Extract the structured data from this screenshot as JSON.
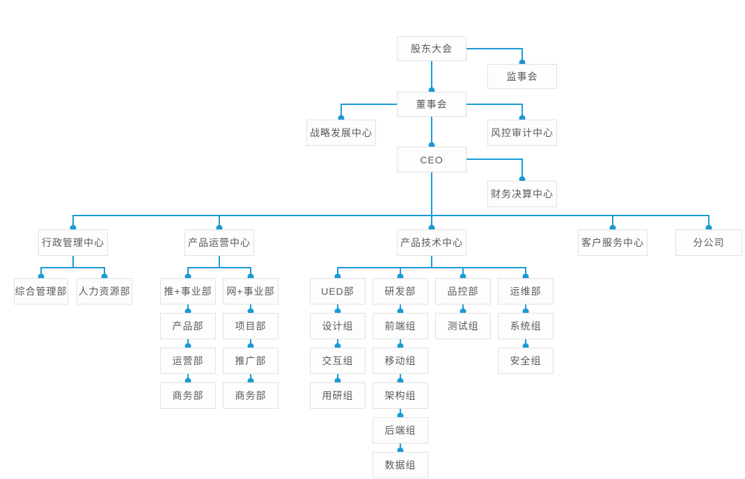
{
  "palette": {
    "line_blue": "#1a9ad6",
    "box_border": "#e1e1e1",
    "box_bg": "#fdfdfd",
    "text_gray": "#595959",
    "page_bg": "#ffffff"
  },
  "org": {
    "nodes": {
      "shareholders_meeting": "股东大会",
      "supervisory_board": "监事会",
      "board_of_directors": "董事会",
      "strategy_development_center": "战略发展中心",
      "risk_audit_center": "风控审计中心",
      "ceo": "CEO",
      "financial_settlement_center": "财务决算中心",
      "admin_management_center": "行政管理中心",
      "product_operations_center": "产品运营中心",
      "product_technology_center": "产品技术中心",
      "customer_service_center": "客户服务中心",
      "branch_company": "分公司",
      "general_management_dept": "综合管理部",
      "hr_dept": "人力资源部",
      "tui_business_unit": "推+事业部",
      "wang_business_unit": "网+事业部",
      "product_dept": "产品部",
      "project_dept": "项目部",
      "operations_dept": "运营部",
      "promotion_dept": "推广部",
      "business_dept_1": "商务部",
      "business_dept_2": "商务部",
      "ued_dept": "UED部",
      "rd_dept": "研发部",
      "quality_control_dept": "品控部",
      "operations_maintenance_dept": "运维部",
      "design_group": "设计组",
      "interaction_group": "交互组",
      "user_research_group": "用研组",
      "frontend_group": "前端组",
      "mobile_group": "移动组",
      "architecture_group": "架构组",
      "backend_group": "后端组",
      "data_group": "数据组",
      "testing_group": "测试组",
      "system_group": "系统组",
      "security_group": "安全组"
    },
    "hierarchy": {
      "label": "股东大会",
      "children": [
        {
          "label": "监事会"
        },
        {
          "label": "董事会",
          "children": [
            {
              "label": "战略发展中心"
            },
            {
              "label": "风控审计中心"
            },
            {
              "label": "CEO",
              "children": [
                {
                  "label": "财务决算中心"
                },
                {
                  "label": "行政管理中心",
                  "children": [
                    {
                      "label": "综合管理部"
                    },
                    {
                      "label": "人力资源部"
                    }
                  ]
                },
                {
                  "label": "产品运营中心",
                  "children": [
                    {
                      "label": "推+事业部",
                      "children": [
                        {
                          "label": "产品部"
                        },
                        {
                          "label": "运营部"
                        },
                        {
                          "label": "商务部"
                        }
                      ]
                    },
                    {
                      "label": "网+事业部",
                      "children": [
                        {
                          "label": "项目部"
                        },
                        {
                          "label": "推广部"
                        },
                        {
                          "label": "商务部"
                        }
                      ]
                    }
                  ]
                },
                {
                  "label": "产品技术中心",
                  "children": [
                    {
                      "label": "UED部",
                      "children": [
                        {
                          "label": "设计组"
                        },
                        {
                          "label": "交互组"
                        },
                        {
                          "label": "用研组"
                        }
                      ]
                    },
                    {
                      "label": "研发部",
                      "children": [
                        {
                          "label": "前端组"
                        },
                        {
                          "label": "移动组"
                        },
                        {
                          "label": "架构组"
                        },
                        {
                          "label": "后端组"
                        },
                        {
                          "label": "数据组"
                        }
                      ]
                    },
                    {
                      "label": "品控部",
                      "children": [
                        {
                          "label": "测试组"
                        }
                      ]
                    },
                    {
                      "label": "运维部",
                      "children": [
                        {
                          "label": "系统组"
                        },
                        {
                          "label": "安全组"
                        }
                      ]
                    }
                  ]
                },
                {
                  "label": "客户服务中心"
                },
                {
                  "label": "分公司"
                }
              ]
            }
          ]
        }
      ]
    }
  }
}
